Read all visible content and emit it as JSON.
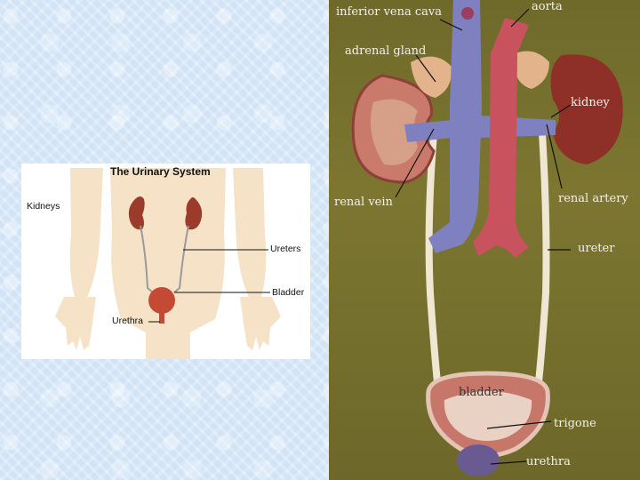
{
  "left_diagram": {
    "title": "The Urinary System",
    "labels": {
      "kidneys": "Kidneys",
      "ureters": "Ureters",
      "bladder": "Bladder",
      "urethra": "Urethra"
    }
  },
  "model_photo": {
    "labels": {
      "inferior_vena_cava": "inferior vena cava",
      "aorta": "aorta",
      "adrenal_gland": "adrenal gland",
      "kidney": "kidney",
      "renal_vein": "renal vein",
      "renal_artery": "renal artery",
      "ureter": "ureter",
      "bladder": "bladder",
      "trigone": "trigone",
      "urethra": "urethra"
    }
  }
}
